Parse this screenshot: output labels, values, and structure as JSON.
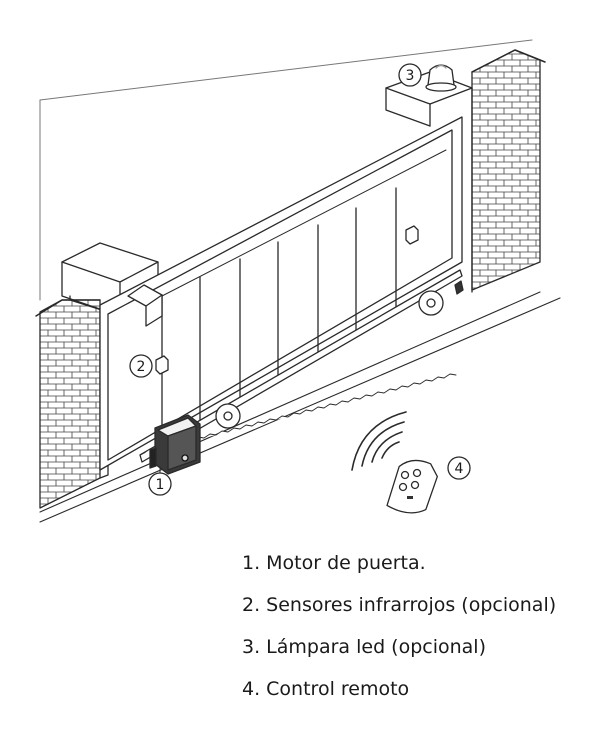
{
  "callouts": {
    "motor": "1",
    "sensor": "2",
    "lamp": "3",
    "remote": "4"
  },
  "legend": {
    "items": [
      "1. Motor de puerta.",
      "2. Sensores infrarrojos (opcional)",
      "3. Lámpara led (opcional)",
      "4. Control remoto"
    ]
  },
  "colors": {
    "line": "#2a2a2a",
    "background": "#ffffff",
    "motor_body": "#3a3a3a"
  }
}
